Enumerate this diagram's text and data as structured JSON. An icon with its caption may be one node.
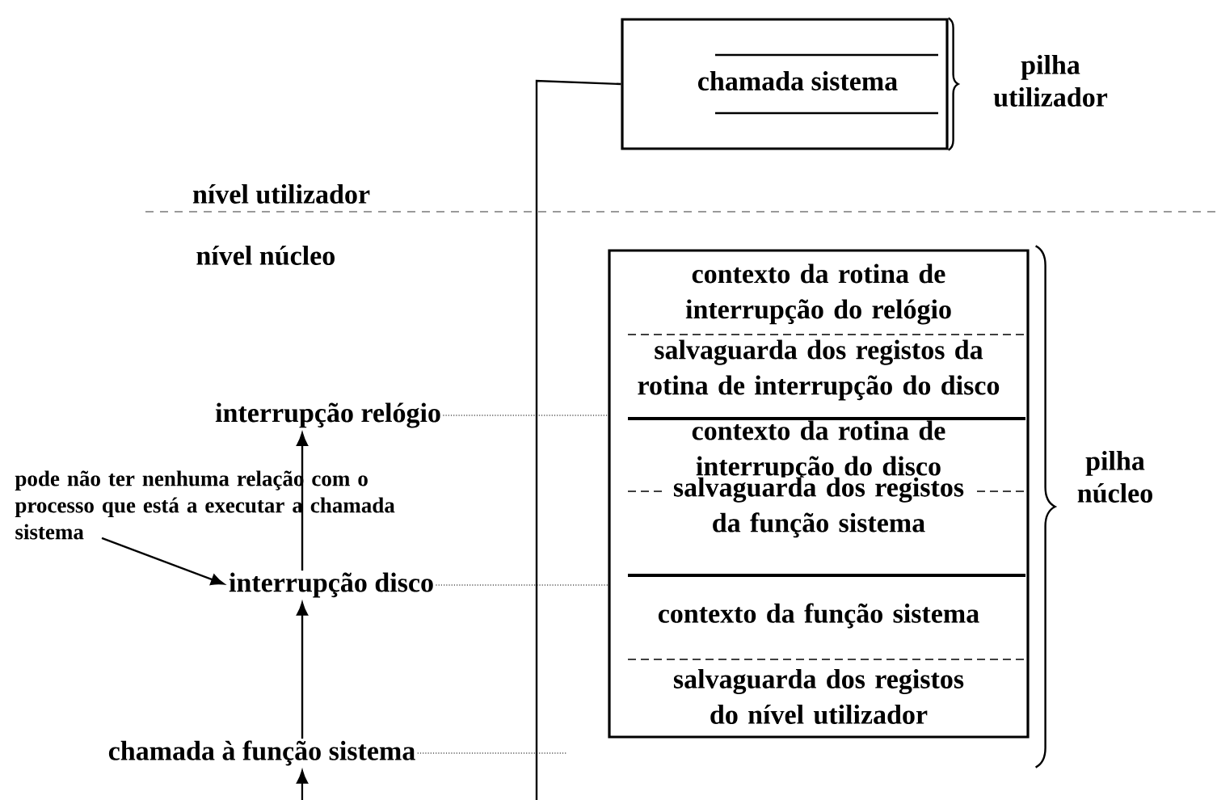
{
  "diagram": {
    "nodes": [
      {
        "text": [
          "chamada sistema"
        ],
        "beside": [
          "pilha utilizador"
        ]
      },
      {
        "text": [
          "contexto da rotina de interrupção do relógio",
          "salvaguarda dos registos da rotina de interrupção do disco",
          "contexto da rotina de interrupção do disco",
          "salvaguarda dos registos da função sistema",
          "contexto da função sistema",
          "salvaguarda dos registos do nível utilizador"
        ],
        "beside": [
          "pilha núcleo"
        ]
      },
      {
        "text": [
          "interrupção relógio"
        ]
      },
      {
        "text": [
          "pode não ter nenhuma relação com o processo que está a executar a chamada sistema"
        ]
      },
      {
        "text": [
          "interrupção disco"
        ]
      },
      {
        "text": [
          "chamada à função sistema"
        ]
      }
    ],
    "edges": [
      {
        "from": 0,
        "to": null,
        "arrow": "none"
      },
      {
        "from": 4,
        "to": 2,
        "arrow": "to"
      },
      {
        "from": 5,
        "to": 4,
        "arrow": "to"
      },
      {
        "from": null,
        "to": 5,
        "arrow": "to"
      },
      {
        "from": 3,
        "to": 4,
        "arrow": "to"
      },
      {
        "from": 2,
        "to": 1,
        "arrow": "none",
        "style": "dashed"
      },
      {
        "from": 4,
        "to": 1,
        "arrow": "none",
        "style": "dashed"
      },
      {
        "from": 5,
        "to": null,
        "arrow": "none",
        "style": "dashed"
      }
    ],
    "labels": [
      "nível utilizador",
      "nível núcleo"
    ]
  }
}
